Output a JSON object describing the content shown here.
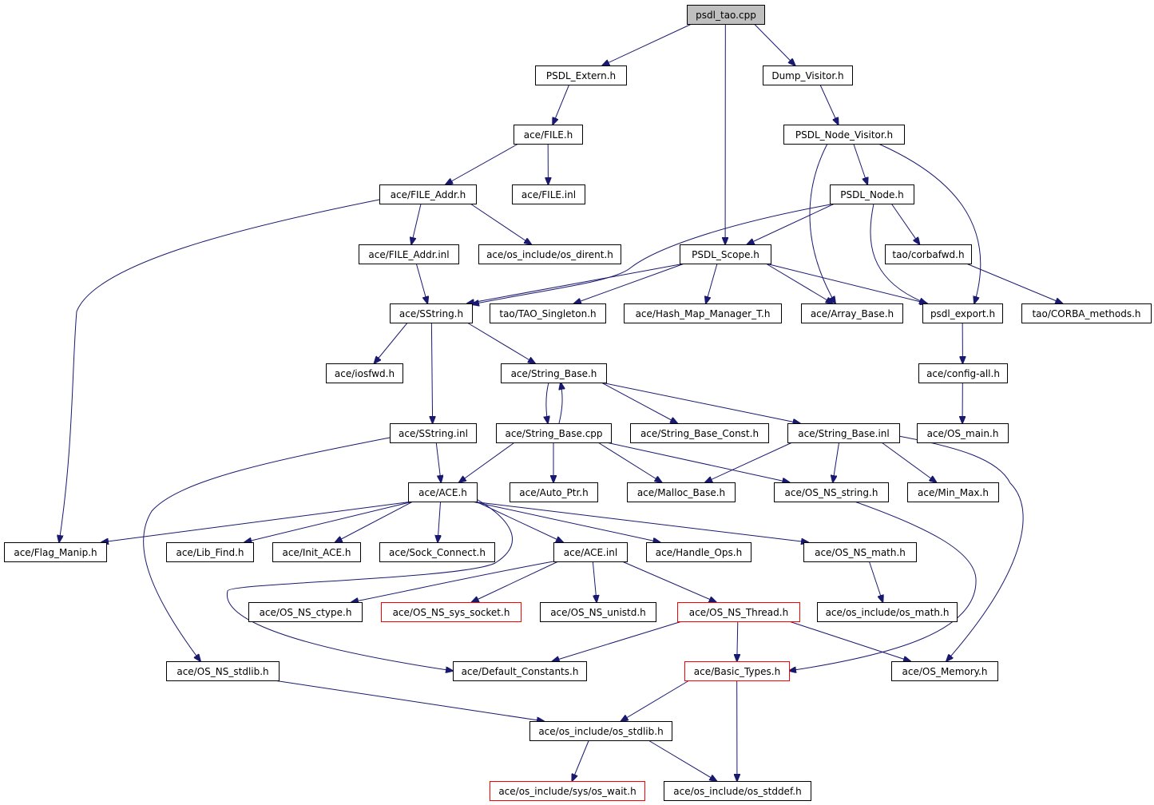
{
  "graph": {
    "edge_color": "#191970",
    "node_border": "#000000",
    "incomplete_border": "#ff0000",
    "root_fill": "#bfbfbf",
    "nodes": [
      {
        "id": "psdl_tao_cpp",
        "label": "psdl_tao.cpp",
        "style": "root"
      },
      {
        "id": "psdl_extern_h",
        "label": "PSDL_Extern.h"
      },
      {
        "id": "dump_visitor_h",
        "label": "Dump_Visitor.h"
      },
      {
        "id": "ace_file_h",
        "label": "ace/FILE.h"
      },
      {
        "id": "psdl_node_visitor_h",
        "label": "PSDL_Node_Visitor.h"
      },
      {
        "id": "ace_file_addr_h",
        "label": "ace/FILE_Addr.h"
      },
      {
        "id": "ace_file_inl",
        "label": "ace/FILE.inl"
      },
      {
        "id": "psdl_node_h",
        "label": "PSDL_Node.h"
      },
      {
        "id": "ace_file_addr_inl",
        "label": "ace/FILE_Addr.inl"
      },
      {
        "id": "os_dirent_h",
        "label": "ace/os_include/os_dirent.h"
      },
      {
        "id": "psdl_scope_h",
        "label": "PSDL_Scope.h"
      },
      {
        "id": "tao_corbafwd_h",
        "label": "tao/corbafwd.h"
      },
      {
        "id": "ace_sstring_h",
        "label": "ace/SString.h"
      },
      {
        "id": "tao_singleton_h",
        "label": "tao/TAO_Singleton.h"
      },
      {
        "id": "hash_map_manager_h",
        "label": "ace/Hash_Map_Manager_T.h"
      },
      {
        "id": "array_base_h",
        "label": "ace/Array_Base.h"
      },
      {
        "id": "psdl_export_h",
        "label": "psdl_export.h"
      },
      {
        "id": "corba_methods_h",
        "label": "tao/CORBA_methods.h"
      },
      {
        "id": "ace_iosfwd_h",
        "label": "ace/iosfwd.h"
      },
      {
        "id": "string_base_h",
        "label": "ace/String_Base.h"
      },
      {
        "id": "config_all_h",
        "label": "ace/config-all.h"
      },
      {
        "id": "sstring_inl",
        "label": "ace/SString.inl"
      },
      {
        "id": "string_base_cpp",
        "label": "ace/String_Base.cpp"
      },
      {
        "id": "string_base_const_h",
        "label": "ace/String_Base_Const.h"
      },
      {
        "id": "string_base_inl",
        "label": "ace/String_Base.inl"
      },
      {
        "id": "os_main_h",
        "label": "ace/OS_main.h"
      },
      {
        "id": "ace_h",
        "label": "ace/ACE.h"
      },
      {
        "id": "auto_ptr_h",
        "label": "ace/Auto_Ptr.h"
      },
      {
        "id": "malloc_base_h",
        "label": "ace/Malloc_Base.h"
      },
      {
        "id": "os_ns_string_h",
        "label": "ace/OS_NS_string.h"
      },
      {
        "id": "min_max_h",
        "label": "ace/Min_Max.h"
      },
      {
        "id": "flag_manip_h",
        "label": "ace/Flag_Manip.h"
      },
      {
        "id": "lib_find_h",
        "label": "ace/Lib_Find.h"
      },
      {
        "id": "init_ace_h",
        "label": "ace/Init_ACE.h"
      },
      {
        "id": "sock_connect_h",
        "label": "ace/Sock_Connect.h"
      },
      {
        "id": "ace_inl",
        "label": "ace/ACE.inl"
      },
      {
        "id": "handle_ops_h",
        "label": "ace/Handle_Ops.h"
      },
      {
        "id": "os_ns_math_h",
        "label": "ace/OS_NS_math.h"
      },
      {
        "id": "os_ns_ctype_h",
        "label": "ace/OS_NS_ctype.h"
      },
      {
        "id": "os_ns_sys_socket_h",
        "label": "ace/OS_NS_sys_socket.h",
        "style": "red"
      },
      {
        "id": "os_ns_unistd_h",
        "label": "ace/OS_NS_unistd.h"
      },
      {
        "id": "os_ns_thread_h",
        "label": "ace/OS_NS_Thread.h",
        "style": "red"
      },
      {
        "id": "os_math_h",
        "label": "ace/os_include/os_math.h"
      },
      {
        "id": "os_ns_stdlib_h",
        "label": "ace/OS_NS_stdlib.h"
      },
      {
        "id": "default_constants_h",
        "label": "ace/Default_Constants.h"
      },
      {
        "id": "basic_types_h",
        "label": "ace/Basic_Types.h",
        "style": "red"
      },
      {
        "id": "os_memory_h",
        "label": "ace/OS_Memory.h"
      },
      {
        "id": "os_stdlib_h",
        "label": "ace/os_include/os_stdlib.h"
      },
      {
        "id": "os_wait_h",
        "label": "ace/os_include/sys/os_wait.h",
        "style": "red"
      },
      {
        "id": "os_stddef_h",
        "label": "ace/os_include/os_stddef.h"
      }
    ],
    "edges": [
      [
        "psdl_tao_cpp",
        "psdl_extern_h"
      ],
      [
        "psdl_tao_cpp",
        "dump_visitor_h"
      ],
      [
        "psdl_tao_cpp",
        "psdl_scope_h"
      ],
      [
        "psdl_extern_h",
        "ace_file_h"
      ],
      [
        "dump_visitor_h",
        "psdl_node_visitor_h"
      ],
      [
        "ace_file_h",
        "ace_file_addr_h"
      ],
      [
        "ace_file_h",
        "ace_file_inl"
      ],
      [
        "psdl_node_visitor_h",
        "psdl_node_h"
      ],
      [
        "psdl_node_visitor_h",
        "array_base_h"
      ],
      [
        "psdl_node_visitor_h",
        "psdl_export_h"
      ],
      [
        "ace_file_addr_h",
        "ace_file_addr_inl"
      ],
      [
        "ace_file_addr_h",
        "os_dirent_h"
      ],
      [
        "ace_file_addr_h",
        "flag_manip_h"
      ],
      [
        "psdl_node_h",
        "psdl_scope_h"
      ],
      [
        "psdl_node_h",
        "tao_corbafwd_h"
      ],
      [
        "psdl_node_h",
        "psdl_export_h"
      ],
      [
        "psdl_node_h",
        "ace_sstring_h"
      ],
      [
        "ace_file_addr_inl",
        "ace_sstring_h"
      ],
      [
        "psdl_scope_h",
        "ace_sstring_h"
      ],
      [
        "psdl_scope_h",
        "tao_singleton_h"
      ],
      [
        "psdl_scope_h",
        "hash_map_manager_h"
      ],
      [
        "psdl_scope_h",
        "array_base_h"
      ],
      [
        "psdl_scope_h",
        "psdl_export_h"
      ],
      [
        "tao_corbafwd_h",
        "corba_methods_h"
      ],
      [
        "ace_sstring_h",
        "ace_iosfwd_h"
      ],
      [
        "ace_sstring_h",
        "string_base_h"
      ],
      [
        "ace_sstring_h",
        "sstring_inl"
      ],
      [
        "psdl_export_h",
        "config_all_h"
      ],
      [
        "string_base_h",
        "string_base_cpp"
      ],
      [
        "string_base_h",
        "string_base_const_h"
      ],
      [
        "string_base_h",
        "string_base_inl"
      ],
      [
        "string_base_cpp",
        "string_base_h"
      ],
      [
        "config_all_h",
        "os_main_h"
      ],
      [
        "sstring_inl",
        "ace_h"
      ],
      [
        "sstring_inl",
        "os_ns_stdlib_h"
      ],
      [
        "string_base_cpp",
        "ace_h"
      ],
      [
        "string_base_cpp",
        "auto_ptr_h"
      ],
      [
        "string_base_cpp",
        "malloc_base_h"
      ],
      [
        "string_base_cpp",
        "os_ns_string_h"
      ],
      [
        "string_base_inl",
        "malloc_base_h"
      ],
      [
        "string_base_inl",
        "os_ns_string_h"
      ],
      [
        "string_base_inl",
        "min_max_h"
      ],
      [
        "string_base_inl",
        "os_memory_h"
      ],
      [
        "ace_h",
        "flag_manip_h"
      ],
      [
        "ace_h",
        "lib_find_h"
      ],
      [
        "ace_h",
        "init_ace_h"
      ],
      [
        "ace_h",
        "sock_connect_h"
      ],
      [
        "ace_h",
        "ace_inl"
      ],
      [
        "ace_h",
        "handle_ops_h"
      ],
      [
        "ace_h",
        "os_ns_math_h"
      ],
      [
        "ace_h",
        "default_constants_h"
      ],
      [
        "os_ns_string_h",
        "basic_types_h"
      ],
      [
        "ace_inl",
        "os_ns_ctype_h"
      ],
      [
        "ace_inl",
        "os_ns_sys_socket_h"
      ],
      [
        "ace_inl",
        "os_ns_unistd_h"
      ],
      [
        "ace_inl",
        "os_ns_thread_h"
      ],
      [
        "os_ns_math_h",
        "os_math_h"
      ],
      [
        "os_ns_thread_h",
        "default_constants_h"
      ],
      [
        "os_ns_thread_h",
        "basic_types_h"
      ],
      [
        "os_ns_thread_h",
        "os_memory_h"
      ],
      [
        "os_ns_stdlib_h",
        "os_stdlib_h"
      ],
      [
        "basic_types_h",
        "os_stdlib_h"
      ],
      [
        "basic_types_h",
        "os_stddef_h"
      ],
      [
        "os_stdlib_h",
        "os_wait_h"
      ],
      [
        "os_stdlib_h",
        "os_stddef_h"
      ]
    ]
  }
}
